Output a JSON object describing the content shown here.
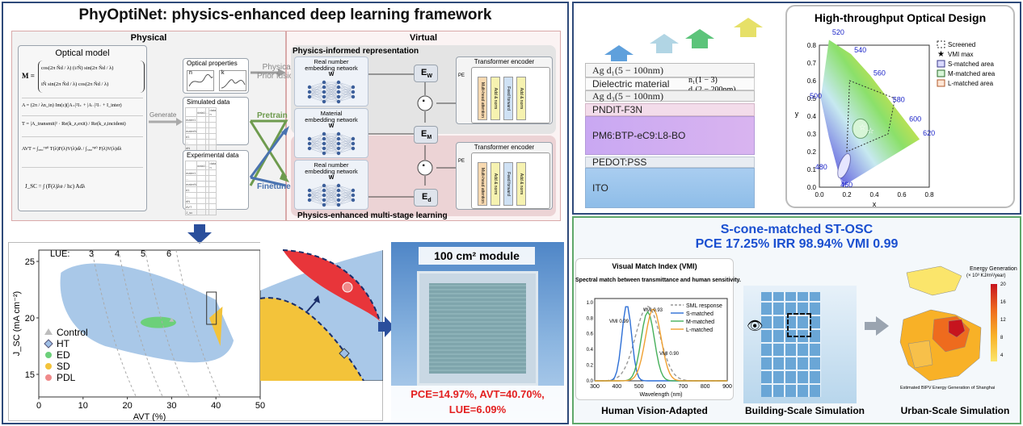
{
  "left": {
    "title": "PhyOptiNet:  physics-enhanced deep learning framework",
    "physical_label": "Physical",
    "virtual_label": "Virtual",
    "optical_model": {
      "title": "Optical model",
      "eq_M_prefix": "M =",
      "eq_M_row1": "cos(2π Ñd / λ)      (i/Ñ) sin(2π Ñd / λ)",
      "eq_M_row2": "iÑ sin(2π Ñd / λ)      cos(2π Ñd / λ)",
      "eq_A": "A = (2π / λn_in) Im(ε)(|A₊|²I₊ + |A₋|²I₋ + I_inter)",
      "eq_T": "T = |A_transmit|² · Re(k_z,exit) / Re(k_z,incident)",
      "eq_AVT": "AVT = ∫₃₈₀⁷⁸⁰ T(λ)F(λ)V(λ)dλ / ∫₃₈₀⁷⁸⁰ F(λ)V(λ)dλ",
      "eq_JSC": "J_SC = ∫ (F(λ)λe / hc) Adλ"
    },
    "generate_label": "Generate",
    "optical_properties": "Optical properties",
    "op_n": "n",
    "op_k": "k",
    "simulated_data": "Simulated data",
    "experimental_data": "Experimental data",
    "table_cols": [
      "data1",
      "...",
      "data n"
    ],
    "table_rows": [
      "mater1",
      "...",
      "materN",
      "d1",
      "...",
      "dN",
      "AVT",
      "J_sc"
    ],
    "physical_prior_fusion": "Physical\nPrior fusion",
    "pretrain": "Pretrain",
    "finetune": "Finetune",
    "pir_title": "Physics-informed representation",
    "pems_title": "Physics-enhanced multi-stage learning",
    "net1": "Real number\nembedding network",
    "net2": "Material\nembedding network",
    "net3": "Real number\nembedding network",
    "W": "W",
    "E_W": "E",
    "E_W_sub": "W",
    "E_M": "E",
    "E_M_sub": "M",
    "E_d": "E",
    "E_d_sub": "d",
    "dot": "·",
    "transformer1": "Transformer encoder",
    "transformer2": "Transformer encoder",
    "pe": "PE",
    "mha": "Multi-head attention",
    "addnorm": "Add & norm",
    "ff": "Feed forward"
  },
  "scatter": {
    "chart_data": {
      "type": "scatter",
      "xlabel": "AVT (%)",
      "ylabel": "J_SC (mA cm⁻²)",
      "xlim": [
        0,
        50
      ],
      "ylim": [
        13,
        26
      ],
      "x_ticks": [
        "0",
        "10",
        "20",
        "30",
        "40",
        "50"
      ],
      "y_ticks": [
        "15",
        "20",
        "25"
      ],
      "lue_label": "LUE:",
      "lue_values": [
        "3",
        "4",
        "5",
        "6"
      ],
      "legend": [
        "Control",
        "HT",
        "ED",
        "SD",
        "PDL"
      ],
      "colors": {
        "bg": "#a9c8e8",
        "control": "#bdbdbd",
        "ht": "#9fbfe6",
        "ed": "#6cd07a",
        "sd": "#f3c33a",
        "pdl": "#f08a8a",
        "red": "#e8353a"
      }
    }
  },
  "module": {
    "title": "100 cm² module",
    "metrics_line1": "PCE=14.97%, AVT=40.70%,",
    "metrics_line2": "LUE=6.09%"
  },
  "right_top": {
    "stack": {
      "ag_top": "Ag  d₁(5 − 100nm)",
      "dielectric": "Dielectric material",
      "n1": "n₁(1 − 3)",
      "d2": "d₂(2 − 200nm)",
      "ag_bottom": "Ag  d₃(5 − 100nm)",
      "pndit": "PNDIT-F3N",
      "active": "PM6:BTP-eC9:L8-BO",
      "pedot": "PEDOT:PSS",
      "ito": "ITO"
    },
    "cie": {
      "title": "High-throughput Optical Design",
      "xlabel": "x",
      "ylabel": "y",
      "x_ticks": [
        "0.0",
        "0.2",
        "0.4",
        "0.6",
        "0.8"
      ],
      "y_ticks": [
        "0.0",
        "0.1",
        "0.2",
        "0.3",
        "0.4",
        "0.5",
        "0.6",
        "0.7",
        "0.8"
      ],
      "wavelengths": [
        "520",
        "540",
        "560",
        "500",
        "580",
        "600",
        "620",
        "480",
        "460"
      ],
      "legend": [
        "Screened",
        "VMI max",
        "S-matched area",
        "M-matched area",
        "L-matched area"
      ]
    }
  },
  "right_bottom": {
    "headline1": "S-cone-matched ST-OSC",
    "headline2": "PCE 17.25% IRR 98.94% VMI 0.99",
    "vmi_title": "Visual Match Index (VMI)",
    "vmi_subtitle": "Spectral match between transmittance and human sensitivity.",
    "chart_data": {
      "type": "line",
      "xlabel": "Wavelength (nm)",
      "ylabel": "",
      "xlim": [
        300,
        900
      ],
      "ylim": [
        0,
        1.05
      ],
      "x_ticks": [
        "300",
        "400",
        "500",
        "600",
        "700",
        "800",
        "900"
      ],
      "y_ticks": [
        "0.0",
        "0.2",
        "0.4",
        "0.6",
        "0.8",
        "1.0"
      ],
      "series": [
        {
          "name": "SML response",
          "color": "#999999"
        },
        {
          "name": "S-matched",
          "color": "#2d6fd6"
        },
        {
          "name": "M-matched",
          "color": "#46b05a"
        },
        {
          "name": "L-matched",
          "color": "#f0a030"
        }
      ],
      "annotations": [
        "VMI 0.99",
        "VMI 0.93",
        "VMI 0.90"
      ]
    },
    "caption_left": "Human Vision-Adapted",
    "caption_mid": "Building-Scale Simulation",
    "caption_right": "Urban-Scale Simulation",
    "map_title": "Energy Generation",
    "map_unit": "(× 10³ KJ/m²/year)",
    "map_ticks": [
      "20",
      "16",
      "12",
      "8",
      "4"
    ],
    "map_caption": "Estimated BIPV Energy Generation of Shanghai"
  }
}
